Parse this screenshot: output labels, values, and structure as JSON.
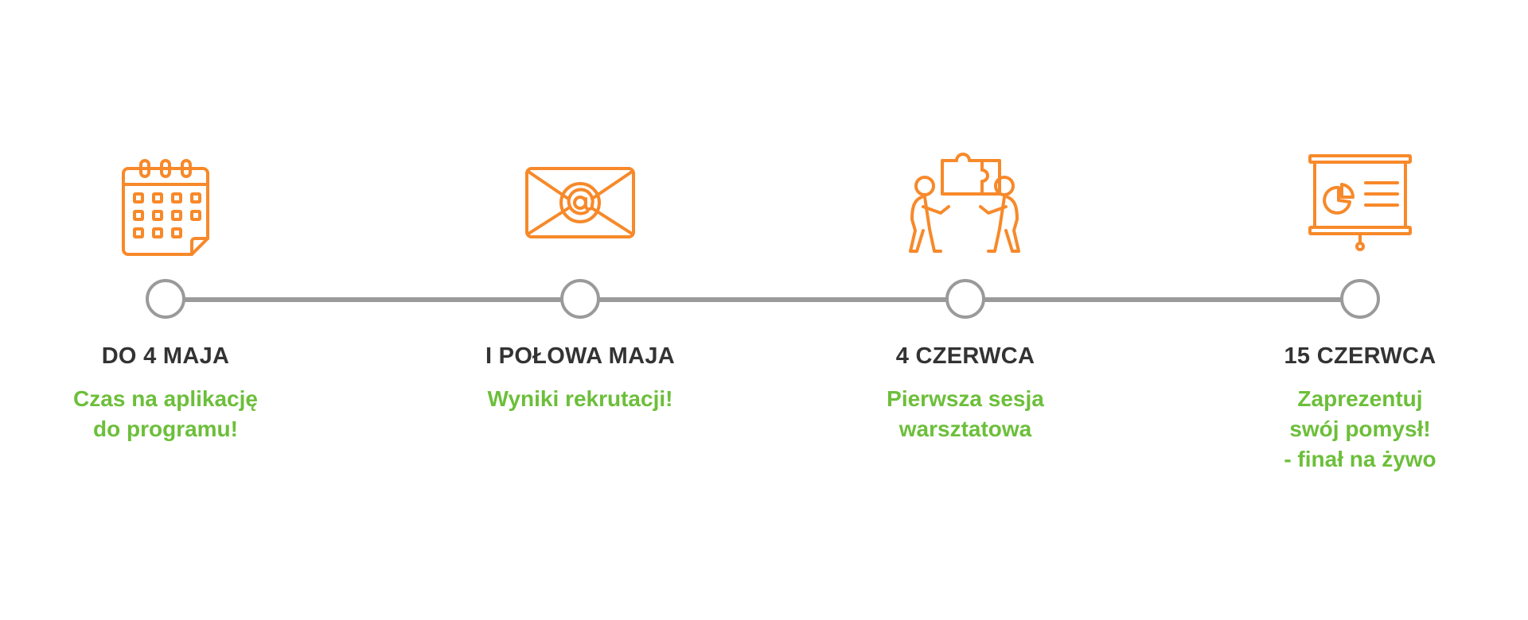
{
  "colors": {
    "icon": "#f7892a",
    "line": "#9a9a9a",
    "date": "#333333",
    "desc": "#6cbf3a"
  },
  "milestones": [
    {
      "icon": "calendar-icon",
      "date": "DO 4 MAJA",
      "desc": [
        "Czas na aplikację",
        "do programu!"
      ]
    },
    {
      "icon": "email-envelope-icon",
      "date": "I POŁOWA MAJA",
      "desc": [
        "Wyniki rekrutacji!"
      ]
    },
    {
      "icon": "team-puzzle-icon",
      "date": "4 CZERWCA",
      "desc": [
        "Pierwsza sesja",
        "warsztatowa"
      ]
    },
    {
      "icon": "presentation-board-icon",
      "date": "15 CZERWCA",
      "desc": [
        "Zaprezentuj",
        "swój pomysł!",
        "- finał na żywo"
      ]
    }
  ]
}
